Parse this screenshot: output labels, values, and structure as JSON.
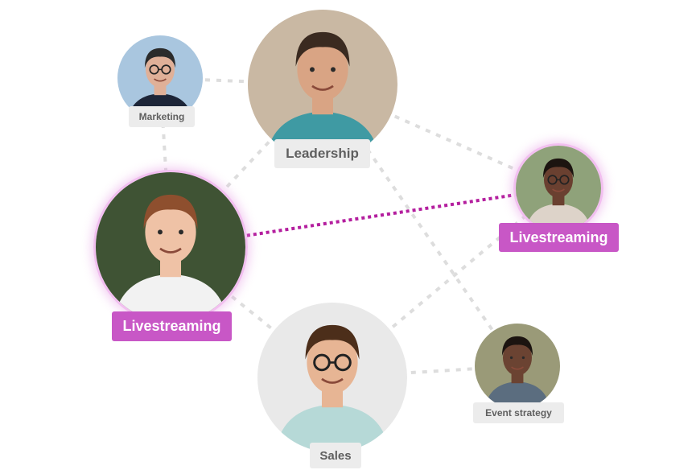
{
  "nodes": [
    {
      "id": "leadership",
      "label": "Leadership",
      "style": "grey",
      "highlight": false,
      "skin": "#d9a484",
      "hair": "#3a2a20",
      "shirt": "#3f9aa3",
      "bg": "#c9b8a3",
      "glasses": false
    },
    {
      "id": "marketing",
      "label": "Marketing",
      "style": "grey",
      "highlight": false,
      "skin": "#e0b098",
      "hair": "#2b2b2b",
      "shirt": "#1d2538",
      "bg": "#a9c6df",
      "glasses": true
    },
    {
      "id": "livestreaming-woman",
      "label": "Livestreaming",
      "style": "pink",
      "highlight": true,
      "skin": "#efc2a6",
      "hair": "#8e4f2e",
      "shirt": "#f2f2f2",
      "bg": "#3f5334",
      "glasses": false
    },
    {
      "id": "livestreaming-woman-2",
      "label": "Livestreaming",
      "style": "pink",
      "highlight": true,
      "skin": "#6a4030",
      "hair": "#1c1410",
      "shirt": "#ddd3c9",
      "bg": "#8fa27a",
      "glasses": true
    },
    {
      "id": "sales",
      "label": "Sales",
      "style": "grey",
      "highlight": false,
      "skin": "#e7b594",
      "hair": "#4c2e1a",
      "shirt": "#b6d9d7",
      "bg": "#e9e9e9",
      "glasses": true
    },
    {
      "id": "event-strategy",
      "label": "Event strategy",
      "style": "grey",
      "highlight": false,
      "skin": "#6b4332",
      "hair": "#1c1410",
      "shirt": "#5b6d7f",
      "bg": "#9a9a78",
      "glasses": false
    }
  ],
  "links": [
    {
      "from": "marketing",
      "to": "leadership",
      "style": "dotted"
    },
    {
      "from": "marketing",
      "to": "livestreaming-woman",
      "style": "dotted"
    },
    {
      "from": "leadership",
      "to": "livestreaming-woman",
      "style": "dotted"
    },
    {
      "from": "leadership",
      "to": "livestreaming-woman-2",
      "style": "dotted"
    },
    {
      "from": "leadership",
      "to": "event-strategy",
      "style": "dotted"
    },
    {
      "from": "livestreaming-woman",
      "to": "sales",
      "style": "dotted"
    },
    {
      "from": "sales",
      "to": "livestreaming-woman-2",
      "style": "dotted"
    },
    {
      "from": "sales",
      "to": "event-strategy",
      "style": "dotted"
    },
    {
      "from": "livestreaming-woman",
      "to": "livestreaming-woman-2",
      "style": "active"
    }
  ],
  "colors": {
    "link": "#dddddd",
    "active_link": "#b41e9e",
    "tag_grey_bg": "#ececec",
    "tag_grey_text": "#5f5f5f",
    "tag_pink_bg": "#c857c6",
    "tag_pink_text": "#ffffff",
    "glow": "#f2bff0"
  }
}
